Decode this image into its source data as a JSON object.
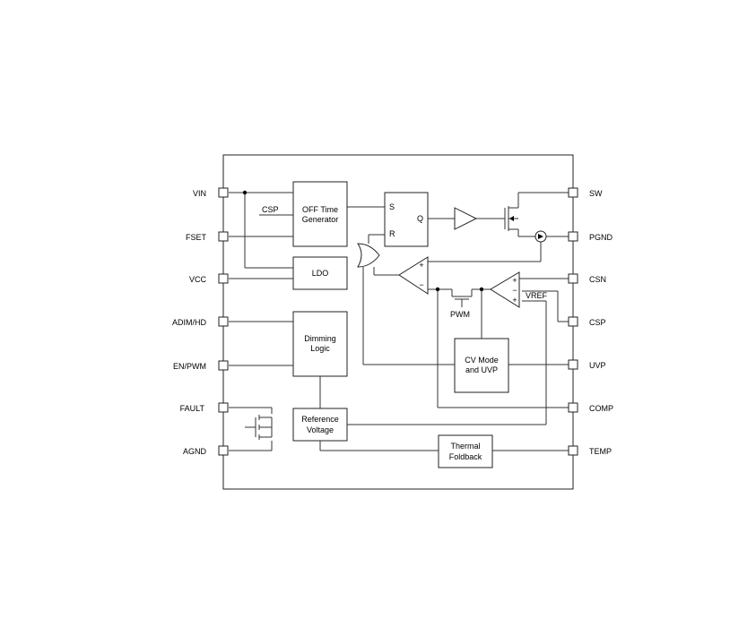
{
  "pins_left": [
    "VIN",
    "FSET",
    "VCC",
    "ADIM/HD",
    "EN/PWM",
    "FAULT",
    "AGND"
  ],
  "pins_right": [
    "SW",
    "PGND",
    "CSN",
    "CSP",
    "UVP",
    "COMP",
    "TEMP"
  ],
  "blocks": {
    "off_time_l1": "OFF Time",
    "off_time_l2": "Generator",
    "csp_label": "CSP",
    "ldo": "LDO",
    "dimming_l1": "Dimming",
    "dimming_l2": "Logic",
    "reference_l1": "Reference",
    "reference_l2": "Voltage",
    "cv_l1": "CV Mode",
    "cv_l2": "and UVP",
    "thermal_l1": "Thermal",
    "thermal_l2": "Foldback"
  },
  "latch": {
    "s": "S",
    "r": "R",
    "q": "Q"
  },
  "comparator": {
    "plus": "+",
    "minus": "−"
  },
  "amp": {
    "plus1": "+",
    "minus": "−",
    "plus2": "+"
  },
  "labels": {
    "pwm": "PWM",
    "vref": "VREF"
  }
}
